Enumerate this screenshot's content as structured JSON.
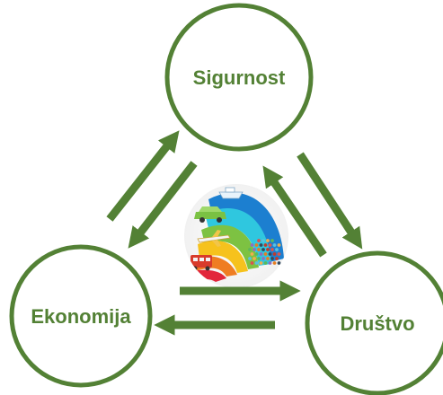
{
  "diagram": {
    "colors": {
      "green": "#538135",
      "background": "#ffffff"
    },
    "nodes": [
      {
        "id": "sigurnost",
        "label": "Sigurnost"
      },
      {
        "id": "ekonomija",
        "label": "Ekonomija"
      },
      {
        "id": "drustvo",
        "label": "Društvo"
      }
    ],
    "edges": [
      {
        "from": "ekonomija",
        "to": "sigurnost"
      },
      {
        "from": "sigurnost",
        "to": "ekonomija"
      },
      {
        "from": "sigurnost",
        "to": "drustvo"
      },
      {
        "from": "drustvo",
        "to": "sigurnost"
      },
      {
        "from": "ekonomija",
        "to": "drustvo"
      },
      {
        "from": "drustvo",
        "to": "ekonomija"
      }
    ],
    "center_image": {
      "icon": "transport-modes-illustration",
      "depicts": [
        "boat",
        "car",
        "airplane",
        "bus",
        "crowd"
      ]
    }
  }
}
